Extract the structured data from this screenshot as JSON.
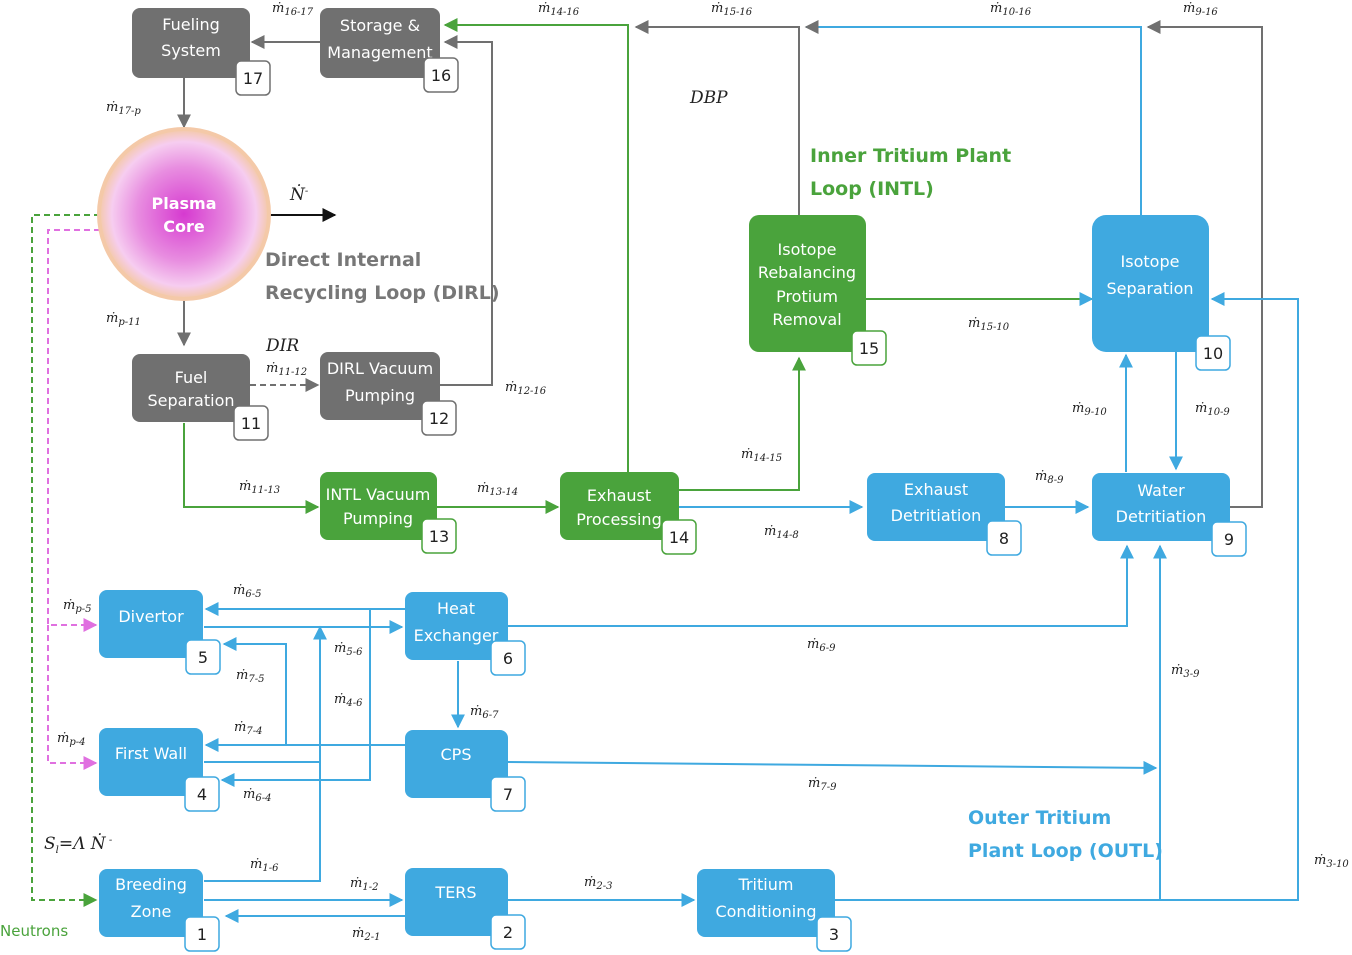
{
  "colors": {
    "grey": "#707070",
    "green": "#4aa33c",
    "blue": "#3fa9e0",
    "pink": "#e070e0",
    "plasma": "#e88de0"
  },
  "nodes": {
    "n17": {
      "lines": [
        "Fueling",
        "System"
      ],
      "num": "17"
    },
    "n16": {
      "lines": [
        "Storage &",
        "Management"
      ],
      "num": "16"
    },
    "plasma": {
      "lines": [
        "Plasma",
        "Core"
      ]
    },
    "n11": {
      "lines": [
        "Fuel",
        "Separation"
      ],
      "num": "11"
    },
    "n12": {
      "lines": [
        "DIRL Vacuum",
        "Pumping"
      ],
      "num": "12"
    },
    "n13": {
      "lines": [
        "INTL Vacuum",
        "Pumping"
      ],
      "num": "13"
    },
    "n14": {
      "lines": [
        "Exhaust",
        "Processing"
      ],
      "num": "14"
    },
    "n15": {
      "lines": [
        "Isotope",
        "Rebalancing",
        "Protium",
        "Removal"
      ],
      "num": "15"
    },
    "n10": {
      "lines": [
        "Isotope",
        "Separation"
      ],
      "num": "10"
    },
    "n8": {
      "lines": [
        "Exhaust",
        "Detritiation"
      ],
      "num": "8"
    },
    "n9": {
      "lines": [
        "Water",
        "Detritiation"
      ],
      "num": "9"
    },
    "n5": {
      "lines": [
        "Divertor"
      ],
      "num": "5"
    },
    "n6": {
      "lines": [
        "Heat",
        "Exchanger"
      ],
      "num": "6"
    },
    "n4": {
      "lines": [
        "First Wall"
      ],
      "num": "4"
    },
    "n7": {
      "lines": [
        "CPS"
      ],
      "num": "7"
    },
    "n1": {
      "lines": [
        "Breeding",
        "Zone"
      ],
      "num": "1"
    },
    "n2": {
      "lines": [
        "TERS"
      ],
      "num": "2"
    },
    "n3": {
      "lines": [
        "Tritium",
        "Conditioning"
      ],
      "num": "3"
    }
  },
  "flows": {
    "m16_17": "16-17",
    "m14_16": "14-16",
    "m15_16": "15-16",
    "m10_16": "10-16",
    "m9_16": "9-16",
    "m17_p": "17-p",
    "mp_11": "p-11",
    "m11_12": "11-12",
    "m12_16": "12-16",
    "m11_13": "11-13",
    "m13_14": "13-14",
    "m14_15": "14-15",
    "m14_8": "14-8",
    "m15_10": "15-10",
    "m8_9": "8-9",
    "m9_10": "9-10",
    "m10_9": "10-9",
    "m6_5": "6-5",
    "mp_5": "p-5",
    "m5_6": "5-6",
    "m6_9": "6-9",
    "m7_5": "7-5",
    "m4_6": "4-6",
    "m6_7": "6-7",
    "m7_4": "7-4",
    "mp_4": "p-4",
    "m6_4": "6-4",
    "m7_9": "7-9",
    "m3_9": "3-9",
    "m1_6": "1-6",
    "m1_2": "1-2",
    "m2_3": "2-3",
    "m2_1": "2-1",
    "m3_10": "3-10"
  },
  "labels": {
    "dbp": "DBP",
    "dir": "DIR",
    "ndot": "Ṅ",
    "ndot_sup": "-",
    "source_term": "S",
    "source_sub": "l",
    "source_eq": "=Λ Ṅ",
    "source_sup": " -",
    "neutrons": "Neutrons",
    "intl_line1": "Inner Tritium Plant",
    "intl_line2": "Loop (INTL)",
    "dirl_line1": "Direct Internal",
    "dirl_line2": "Recycling Loop (DIRL)",
    "outl_line1": "Outer Tritium",
    "outl_line2": "Plant Loop (OUTL)",
    "mdot": "ṁ"
  }
}
